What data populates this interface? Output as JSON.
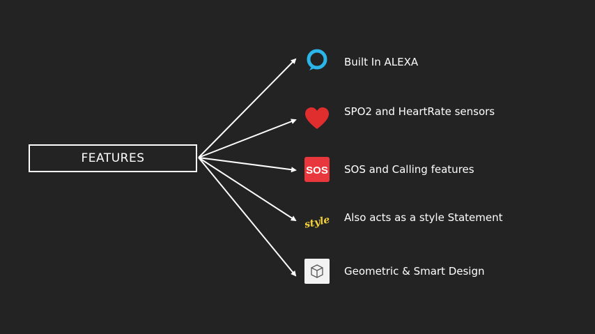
{
  "hub": {
    "label": "FEATURES"
  },
  "features": [
    {
      "label": "Built In ALEXA",
      "icon": "alexa-ring-icon",
      "color": "#2bb5e8"
    },
    {
      "label": "SPO2 and HeartRate sensors",
      "icon": "heart-icon",
      "color": "#e02d2d"
    },
    {
      "label": "SOS and Calling features",
      "icon": "sos-icon",
      "color": "#e8383d",
      "icon_text": "SOS"
    },
    {
      "label": "Also acts as a style Statement",
      "icon": "style-script-icon",
      "color": "#f5d23c",
      "icon_text": "style"
    },
    {
      "label": "Geometric & Smart Design",
      "icon": "cube-icon",
      "color": "#f2f2f2"
    }
  ]
}
